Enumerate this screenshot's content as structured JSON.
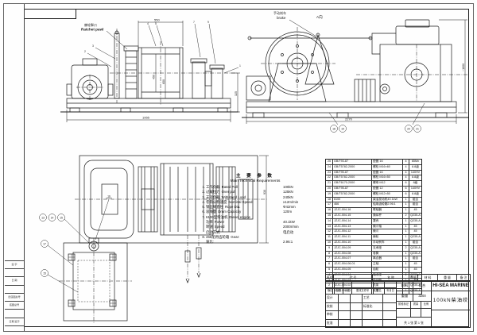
{
  "sheet": {
    "type": "engineering-drawing"
  },
  "views": {
    "side": {
      "label_cn": "棘轮掣爪",
      "label_en": "Ratchet pawl",
      "dim_top": "550",
      "dim_bottom": "1955",
      "dim_v1": "450",
      "dim_v2": "650",
      "dim_right": "325",
      "b1": "1",
      "b2": "2",
      "b3": "3",
      "b4": "4",
      "b5": "5",
      "b7": "7",
      "b9": "9"
    },
    "front": {
      "label_cn": "手动刹车",
      "label_en": "brake",
      "view_mark": "A向",
      "dim_bottom": "2270",
      "dim_right": "~1600",
      "b18": "18",
      "b19": "19",
      "b20": "20",
      "b21": "21"
    },
    "plan": {
      "dim_right": "930",
      "b13": "13",
      "b14": "14",
      "b15": "15",
      "b16": "16",
      "b17": "17",
      "b15b": "15"
    }
  },
  "tech": {
    "title_cn": "主 要 参 数",
    "title_en": "Main Technical Requirements",
    "items": [
      {
        "no": "1.",
        "cn": "工作负载",
        "en": "Rated Pull",
        "val": "100kN"
      },
      {
        "no": "2.",
        "cn": "过载拉力",
        "en": "Over pull",
        "val": "125kN"
      },
      {
        "no": "3.",
        "cn": "支持负载",
        "en": "Withstand Load",
        "val": "240kN"
      },
      {
        "no": "4.",
        "cn": "卷筒公称速度",
        "en": "Nominal Speed",
        "val": "≥12m/min"
      },
      {
        "no": "5.",
        "cn": "钢丝绳直径",
        "en": "Rope Dia.",
        "val": "Φ42mm"
      },
      {
        "no": "6.",
        "cn": "容绳量",
        "en": "Drum Capacity",
        "val": "120m"
      },
      {
        "no": "7.",
        "cn": "6100型柴油机",
        "en": "Diesel engine",
        "val": ""
      },
      {
        "no": "",
        "cn": "功率",
        "en": "Power",
        "val": "40.1kW"
      },
      {
        "no": "",
        "cn": "转速",
        "en": "Speed",
        "val": "2000r/min"
      },
      {
        "no": "",
        "cn": "启动方式",
        "en": "",
        "val": "电启动"
      },
      {
        "no": "8.",
        "cn": "466船用齿轮箱",
        "en": "Gear:",
        "val": ""
      },
      {
        "no": "",
        "cn": "速比:",
        "en": "",
        "val": "2.96:1"
      }
    ]
  },
  "parts": {
    "headers": [
      "序号",
      "代  号",
      "名  称",
      "数量",
      "材  料",
      "重  量",
      "备 注"
    ],
    "rows": [
      {
        "no": "25",
        "code": "GB/T93-87",
        "name": "垫圈 16",
        "qty": "4",
        "mat": "65Mn"
      },
      {
        "no": "24",
        "code": "GB/T5782-2000",
        "name": "螺栓 M16×60",
        "qty": "4",
        "mat": "8.8级"
      },
      {
        "no": "23",
        "code": "GB/T95-87",
        "name": "垫圈 16",
        "qty": "4",
        "mat": "140HV"
      },
      {
        "no": "22",
        "code": "GB/T5782-2000",
        "name": "螺栓 M16×50",
        "qty": "4",
        "mat": "8.8级"
      },
      {
        "no": "21",
        "code": "GB/T6170-2000",
        "name": "螺母 M12",
        "qty": "6",
        "mat": "8级"
      },
      {
        "no": "20",
        "code": "GB/T95-87",
        "name": "垫圈 12",
        "qty": "6",
        "mat": "140HV"
      },
      {
        "no": "19",
        "code": "GB/T5782-2000",
        "name": "螺栓 M12×50",
        "qty": "6",
        "mat": "8.8级"
      },
      {
        "no": "18",
        "code": "6100",
        "name": "柴油发动机40.1kW",
        "qty": "1",
        "mat": "组合"
      },
      {
        "no": "17",
        "code": "466",
        "name": "船用齿轮箱2.96:1",
        "qty": "1",
        "mat": "组合"
      },
      {
        "no": "16",
        "code": "JZJC-004-16",
        "name": "联轴器",
        "qty": "1",
        "mat": "45"
      },
      {
        "no": "15",
        "code": "JZJC-004-15",
        "name": "操纵杆",
        "qty": "2",
        "mat": "Q235-A"
      },
      {
        "no": "14",
        "code": "JZJC-004-14",
        "name": "罩壳",
        "qty": "1",
        "mat": "Q235-A"
      },
      {
        "no": "13",
        "code": "JZJC-004-13",
        "name": "棘爪轴",
        "qty": "1",
        "mat": "45"
      },
      {
        "no": "12",
        "code": "JZJC-004-12",
        "name": "棘爪",
        "qty": "1",
        "mat": "45"
      },
      {
        "no": "11",
        "code": "JZJC-004-11",
        "name": "棘轮",
        "qty": "1",
        "mat": "Q235-A"
      },
      {
        "no": "10",
        "code": "JZJC-004-10",
        "name": "手动刹车",
        "qty": "1",
        "mat": "组合"
      },
      {
        "no": "9",
        "code": "JZJC-004-09",
        "name": "支承座",
        "qty": "2",
        "mat": "Q235-A"
      },
      {
        "no": "8",
        "code": "JZJC-004-08",
        "name": "卷筒",
        "qty": "1",
        "mat": "Q235-A"
      },
      {
        "no": "7",
        "code": "JZJC-004-07",
        "name": "离合器",
        "qty": "1",
        "mat": "组合"
      },
      {
        "no": "6",
        "code": "JZJC-004-06-01",
        "name": "主轴",
        "qty": "1",
        "mat": "45"
      },
      {
        "no": "5",
        "code": "JZJC-004-05",
        "name": "齿轮",
        "qty": "1",
        "mat": "45"
      },
      {
        "no": "4",
        "code": "JZJC-004-04",
        "name": "轴承座",
        "qty": "2",
        "mat": "Q235-A"
      },
      {
        "no": "3",
        "code": "JZJC-004-03",
        "name": "传动轴",
        "qty": "1",
        "mat": "45"
      },
      {
        "no": "2",
        "code": "JZJC-004-02",
        "name": "机架",
        "qty": "1",
        "mat": "Q235-A"
      },
      {
        "no": "1",
        "code": "JZJC-004-01",
        "name": "底座",
        "qty": "1",
        "mat": "Q235-A"
      }
    ]
  },
  "title_block": {
    "company": "HI-SEA MARINE",
    "product": "100kN柴油绞车",
    "material_label": "材料",
    "material": "组合",
    "weight_label": "重量",
    "weight": "3200",
    "stage_label": "阶段标记",
    "mass_label": "质量",
    "scale_label": "比例",
    "sheet": "共 1 张  第 1 张",
    "rev_cols": [
      "标记",
      "处数",
      "分区",
      "更改文件号",
      "签名",
      "年月日"
    ],
    "roles": [
      {
        "a": "设计",
        "b": "工艺"
      },
      {
        "a": "校核",
        "b": "标准化"
      },
      {
        "a": "审核",
        "b": ""
      },
      {
        "a": "批准",
        "b": ""
      }
    ]
  },
  "margin_block": {
    "rows": [
      {
        "label": "签 字"
      },
      {
        "label": ""
      },
      {
        "label": "日 期"
      },
      {
        "label": ""
      },
      {
        "label": "旧底图总号"
      },
      {
        "label": "底图总号"
      },
      {
        "label": ""
      },
      {
        "label": "日期 签字"
      }
    ]
  },
  "colors": {
    "line": "#1a1a1a",
    "paper": "#fefefe"
  }
}
